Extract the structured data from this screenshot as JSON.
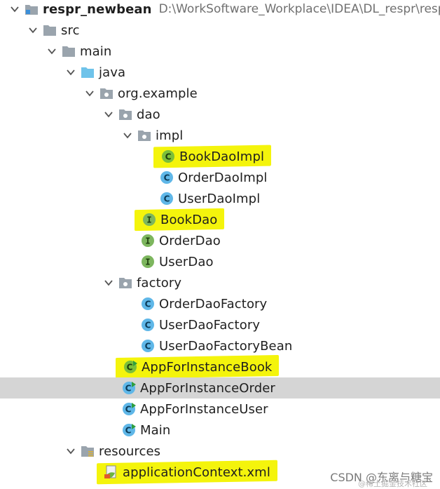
{
  "tree": {
    "project": {
      "name": "respr_newbean",
      "path": "D:\\WorkSoftware_Workplace\\IDEA\\DL_respr\\respr"
    },
    "nodes": {
      "src": "src",
      "main": "main",
      "java": "java",
      "org_example": "org.example",
      "dao": "dao",
      "impl": "impl",
      "book_dao_impl": "BookDaoImpl",
      "order_dao_impl": "OrderDaoImpl",
      "user_dao_impl": "UserDaoImpl",
      "book_dao": "BookDao",
      "order_dao": "OrderDao",
      "user_dao": "UserDao",
      "factory": "factory",
      "order_dao_factory": "OrderDaoFactory",
      "user_dao_factory": "UserDaoFactory",
      "user_dao_factory_bean": "UserDaoFactoryBean",
      "app_for_instance_book": "AppForInstanceBook",
      "app_for_instance_order": "AppForInstanceOrder",
      "app_for_instance_user": "AppForInstanceUser",
      "main_class": "Main",
      "resources": "resources",
      "application_context": "applicationContext.xml"
    }
  },
  "watermark": {
    "text": "CSDN @东离与糖宝",
    "sub": "@稀土掘金技术社区"
  },
  "colors": {
    "highlight": "#f4f40c",
    "selected_row": "#d5d5d5",
    "class_icon": "#5fb7e8",
    "interface_icon": "#7db65e",
    "folder_gray": "#9aa4ad",
    "folder_blue": "#6fc3ea"
  }
}
